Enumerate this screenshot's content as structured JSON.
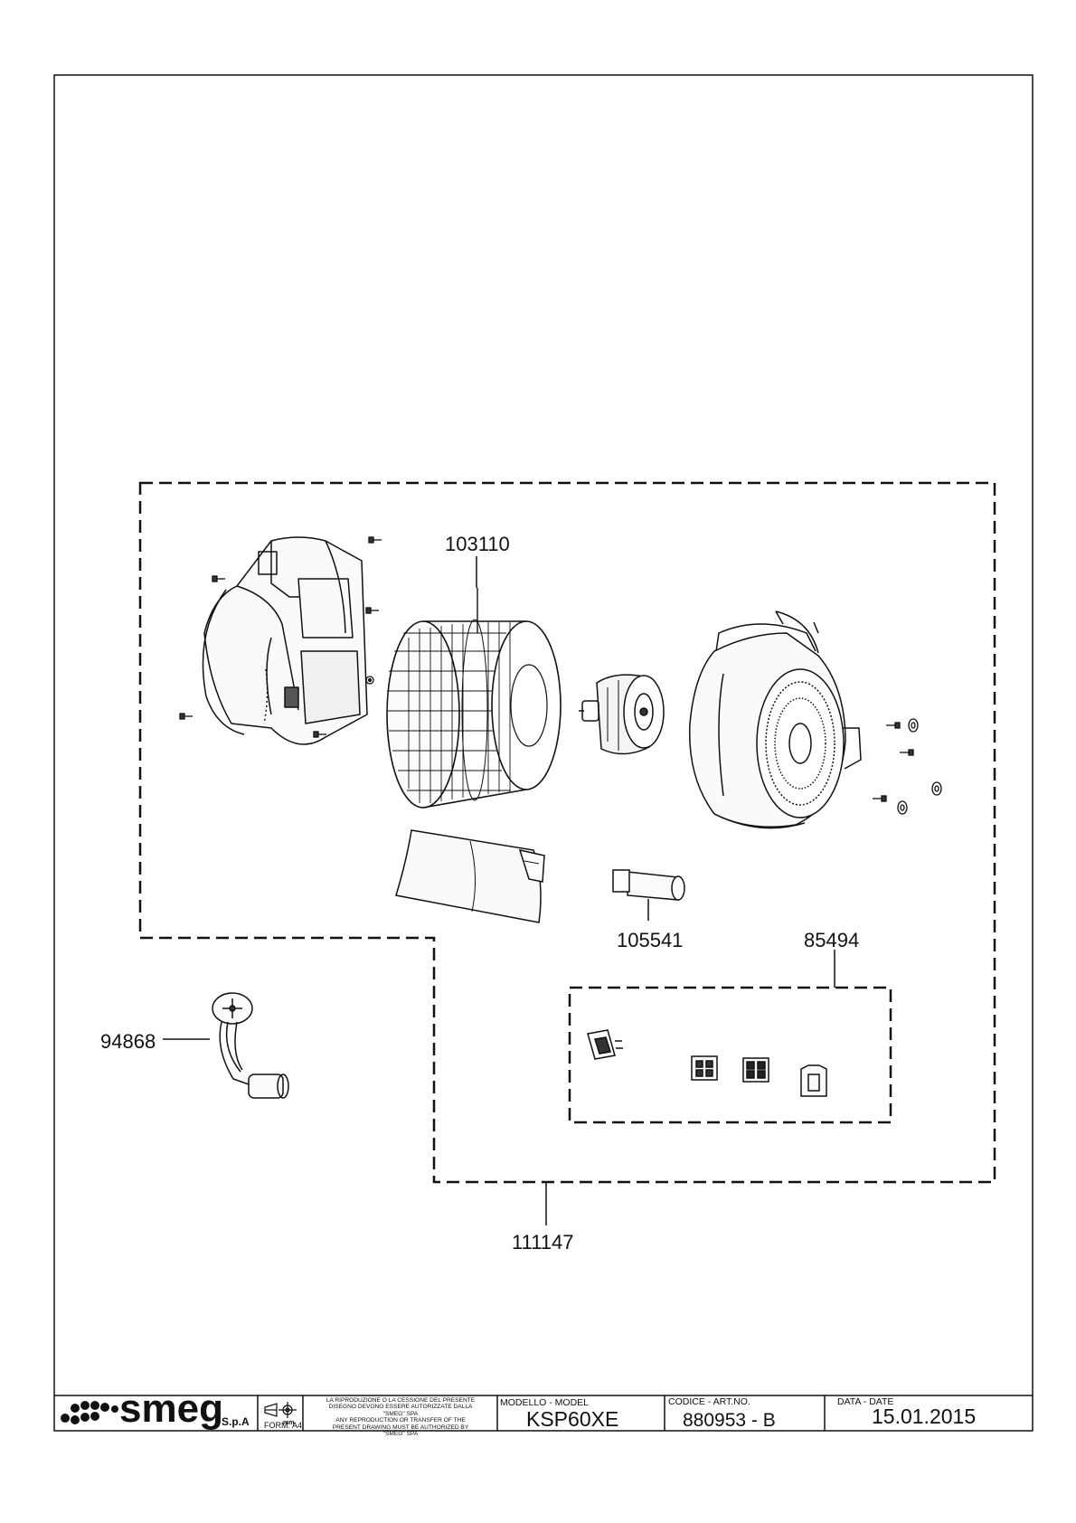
{
  "parts": {
    "p103110": "103110",
    "p105541": "105541",
    "p85494": "85494",
    "p94868": "94868",
    "p111147": "111147"
  },
  "title_block": {
    "brand": "smeg",
    "company_suffix": "S.p.A",
    "unit": "mm",
    "form": "FORM. A4",
    "legal_it_1": "LA RIPRODUZIONE O LA CESSIONE DEL PRESENTE",
    "legal_it_2": "DISEGNO DEVONO ESSERE AUTORIZZATE DALLA",
    "legal_it_3": "\"SMEG\" SPA",
    "legal_en_1": "ANY REPRODUCTION OR TRANSFER OF THE",
    "legal_en_2": "PRESENT DRAWING MUST BE AUTHORIZED BY",
    "legal_en_3": "\"SMEG\" SPA",
    "model_caption": "MODELLO - MODEL",
    "model_value": "KSP60XE",
    "code_caption": "CODICE - ART.NO.",
    "code_value": "880953 - B",
    "date_caption": "DATA - DATE",
    "date_value": "15.01.2015"
  }
}
